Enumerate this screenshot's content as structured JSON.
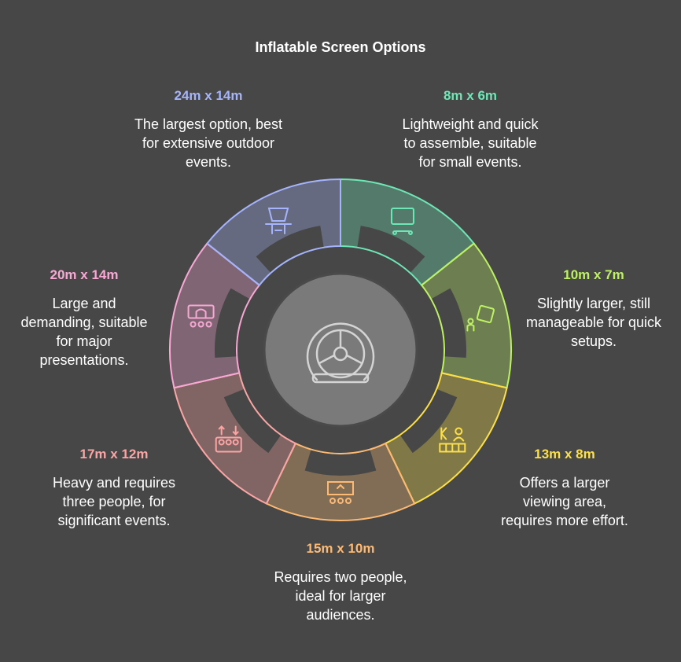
{
  "title": "Inflatable Screen Options",
  "options": [
    {
      "size": "8m x 6m",
      "description": "Lightweight and quick to assemble, suitable for small events.",
      "color": "#6ee7b7",
      "icon": "projection-screen-icon"
    },
    {
      "size": "10m x 7m",
      "description": "Slightly larger, still manageable for quick setups.",
      "color": "#bef264",
      "icon": "person-with-screen-icon"
    },
    {
      "size": "13m x 8m",
      "description": "Offers a larger viewing area, requires more effort.",
      "color": "#fde047",
      "icon": "presenter-stage-icon"
    },
    {
      "size": "15m x 10m",
      "description": "Requires two people, ideal for larger audiences.",
      "color": "#fdba74",
      "icon": "theater-audience-icon"
    },
    {
      "size": "17m x 12m",
      "description": "Heavy and requires three people, for significant events.",
      "color": "#fca5a5",
      "icon": "three-people-lifting-icon"
    },
    {
      "size": "20m x 14m",
      "description": "Large and demanding, suitable for major presentations.",
      "color": "#f9a8d4",
      "icon": "audience-hall-icon"
    },
    {
      "size": "24m x 14m",
      "description": "The largest option, best for extensive outdoor events.",
      "color": "#a5b4fc",
      "icon": "large-screen-stand-icon"
    }
  ],
  "center_icon": "inflatable-screen-icon"
}
